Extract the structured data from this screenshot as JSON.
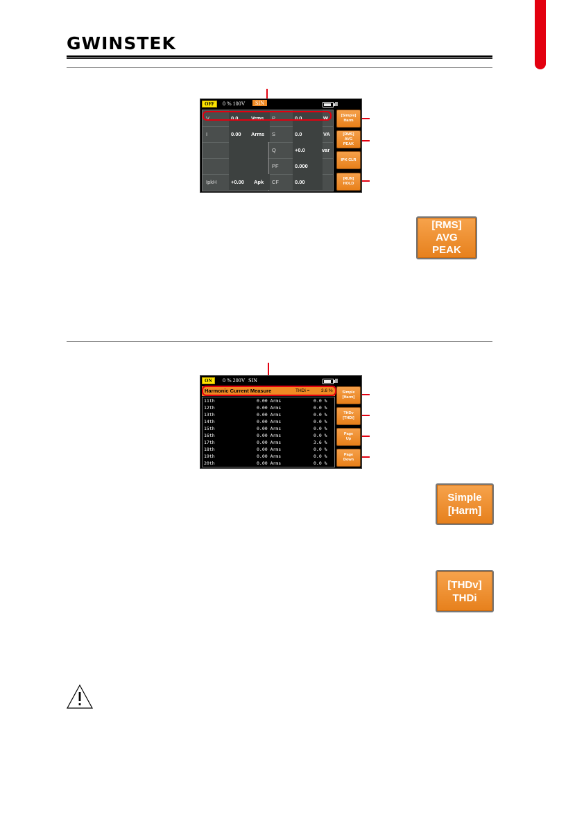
{
  "header": {
    "brand": "GWINSTEK"
  },
  "screen1": {
    "state": "OFF",
    "info": "0 % 100V",
    "wave": "SIN",
    "rows": [
      {
        "l_label": "V",
        "l_value": "0.0",
        "l_unit": "Vrms",
        "r_label": "P",
        "r_value": "0.0",
        "r_unit": "W"
      },
      {
        "l_label": "I",
        "l_value": "0.00",
        "l_unit": "Arms",
        "r_label": "S",
        "r_value": "0.0",
        "r_unit": "VA"
      },
      {
        "l_label": "",
        "l_value": "",
        "l_unit": "",
        "r_label": "Q",
        "r_value": "+0.0",
        "r_unit": "var"
      },
      {
        "l_label": "",
        "l_value": "",
        "l_unit": "",
        "r_label": "PF",
        "r_value": "0.000",
        "r_unit": ""
      },
      {
        "l_label": "IpkH",
        "l_value": "+0.00",
        "l_unit": "Apk",
        "r_label": "CF",
        "r_value": "0.00",
        "r_unit": ""
      }
    ],
    "softkeys": [
      {
        "line1": "[Simple]",
        "line2": "Harm",
        "line3": ""
      },
      {
        "line1": "[RMS]",
        "line2": "AVG",
        "line3": "PEAK"
      },
      {
        "line1": "IPK CLR",
        "line2": "",
        "line3": ""
      },
      {
        "line1": "[RUN]",
        "line2": "HOLD",
        "line3": ""
      }
    ]
  },
  "key_rms": {
    "line1": "[RMS]",
    "line2": "AVG",
    "line3": "PEAK"
  },
  "screen2": {
    "state": "ON",
    "info": "0 % 200V",
    "wave": "SIN",
    "title": "Harmonic Current Measure",
    "thd_label": "THDi =",
    "thd_value": "3.6 %",
    "rows": [
      {
        "order": "11th",
        "current": "0.00 Arms",
        "percent": "0.0 %"
      },
      {
        "order": "12th",
        "current": "0.00 Arms",
        "percent": "0.0 %"
      },
      {
        "order": "13th",
        "current": "0.00 Arms",
        "percent": "0.0 %"
      },
      {
        "order": "14th",
        "current": "0.00 Arms",
        "percent": "0.0 %"
      },
      {
        "order": "15th",
        "current": "0.00 Arms",
        "percent": "0.0 %"
      },
      {
        "order": "16th",
        "current": "0.00 Arms",
        "percent": "0.0 %"
      },
      {
        "order": "17th",
        "current": "0.00 Arms",
        "percent": "3.6 %"
      },
      {
        "order": "18th",
        "current": "0.00 Arms",
        "percent": "0.0 %"
      },
      {
        "order": "19th",
        "current": "0.00 Arms",
        "percent": "0.0 %"
      },
      {
        "order": "20th",
        "current": "0.00 Arms",
        "percent": "0.0 %"
      }
    ],
    "softkeys": [
      {
        "line1": "Simple",
        "line2": "[Harm]"
      },
      {
        "line1": "THDv",
        "line2": "[THDi]"
      },
      {
        "line1": "Page",
        "line2": "Up"
      },
      {
        "line1": "Page",
        "line2": "Down"
      }
    ]
  },
  "key_harm": {
    "line1": "Simple",
    "line2": "[Harm]"
  },
  "key_thd": {
    "line1": "[THDv]",
    "line2": "THDi"
  },
  "colors": {
    "accent": "#e3000f",
    "key_orange": "#f08a24",
    "state_yellow": "#ffe600"
  },
  "icons": {
    "warning": "warning-triangle-icon"
  }
}
